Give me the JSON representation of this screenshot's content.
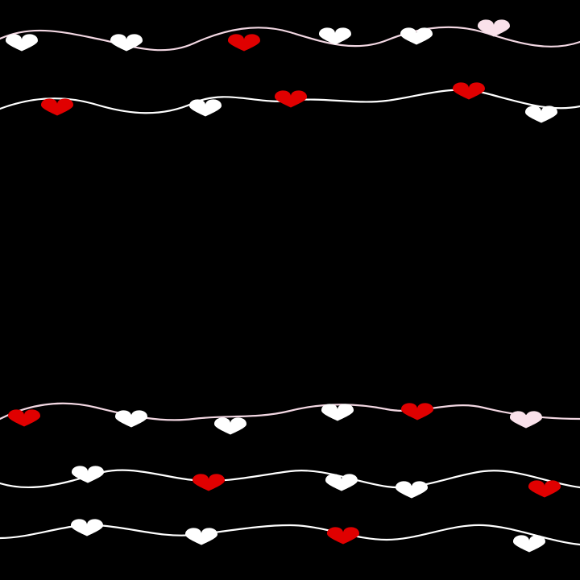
{
  "background_color": "#000000",
  "colors": {
    "red": "#e00000",
    "white": "#ffffff",
    "pink": "#f9e1ea",
    "string_pink": "#f2d7e2",
    "string_white": "#ffffff"
  },
  "garlands": [
    {
      "name": "top-garland-1",
      "string_color": "string_pink",
      "hearts": [
        "white",
        "white",
        "red",
        "white",
        "white",
        "pink"
      ]
    },
    {
      "name": "top-garland-2",
      "string_color": "string_white",
      "hearts": [
        "red",
        "white",
        "red",
        "red",
        "white"
      ]
    },
    {
      "name": "bottom-garland-1",
      "string_color": "string_pink",
      "hearts": [
        "red",
        "white",
        "white",
        "white",
        "red",
        "pink"
      ]
    },
    {
      "name": "bottom-garland-2",
      "string_color": "string_white",
      "hearts": [
        "white",
        "red",
        "white",
        "white",
        "red"
      ]
    },
    {
      "name": "bottom-garland-3",
      "string_color": "string_white",
      "hearts": [
        "white",
        "white",
        "red",
        "white"
      ]
    }
  ]
}
